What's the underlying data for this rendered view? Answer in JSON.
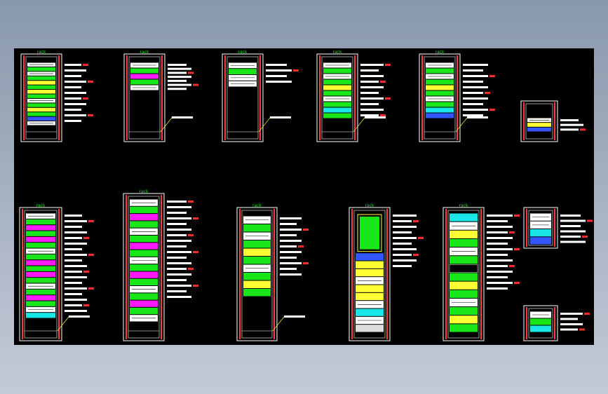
{
  "colors": {
    "background": "#000000",
    "frame": "#ffffff",
    "rail": "#ff3b3b",
    "equipment_green": "#19e619",
    "equipment_white": "#ffffff",
    "equipment_magenta": "#ff19ff",
    "equipment_yellow": "#ffff33",
    "equipment_cyan": "#19e6e6",
    "equipment_blue": "#3355ff",
    "cabinet_label": "#19e619",
    "callout_text": "#ffffff",
    "callout_highlight": "#ff2a2a"
  },
  "cabinet_label": "rack",
  "cabinets": [
    {
      "id": "cab-1",
      "pattern": [
        "w",
        "g",
        "w",
        "g",
        "y",
        "g",
        "y",
        "g",
        "w",
        "g",
        "y",
        "g",
        "b",
        "w"
      ],
      "callouts": 11
    },
    {
      "id": "cab-2",
      "pattern": [
        "w",
        "g",
        "m",
        "g",
        "w"
      ],
      "callouts": 7
    },
    {
      "id": "cab-3",
      "pattern": [
        "w",
        "g",
        "w",
        "w"
      ],
      "callouts": 4
    },
    {
      "id": "cab-4",
      "pattern": [
        "w",
        "g",
        "w",
        "g",
        "y",
        "g",
        "w",
        "g",
        "c",
        "g"
      ],
      "callouts": 10
    },
    {
      "id": "cab-5",
      "pattern": [
        "w",
        "g",
        "w",
        "g",
        "y",
        "g",
        "w",
        "g",
        "c",
        "b"
      ],
      "callouts": 10
    },
    {
      "id": "cab-6",
      "pattern": [
        "w",
        "g",
        "m",
        "g",
        "m",
        "g",
        "w",
        "g",
        "m",
        "g",
        "m",
        "g",
        "w",
        "g",
        "m",
        "g",
        "w",
        "c"
      ],
      "callouts": 18
    },
    {
      "id": "cab-7",
      "pattern": [
        "w",
        "g",
        "m",
        "g",
        "w",
        "g",
        "m",
        "g",
        "w",
        "g",
        "m",
        "g",
        "w",
        "g",
        "m",
        "g",
        "w"
      ],
      "callouts": 18
    },
    {
      "id": "cab-8",
      "pattern": [
        "w",
        "g",
        "w",
        "g",
        "y",
        "g",
        "w",
        "g",
        "y",
        "g"
      ],
      "callouts": 11
    },
    {
      "id": "cab-9",
      "pattern": [
        "monitor",
        "kvm",
        "y",
        "y",
        "w",
        "y",
        "y",
        "w",
        "c",
        "w",
        "p"
      ],
      "callouts": 10
    },
    {
      "id": "cab-10",
      "pattern": [
        "c",
        "w",
        "y",
        "g",
        "w",
        "g",
        "x",
        "g",
        "y",
        "g",
        "w",
        "g",
        "y",
        "g"
      ],
      "callouts": 14
    },
    {
      "id": "detail-1",
      "pattern": [
        "w",
        "y",
        "b"
      ],
      "callouts": 3
    },
    {
      "id": "detail-2",
      "pattern": [
        "w",
        "w",
        "c",
        "b"
      ],
      "callouts": 6
    },
    {
      "id": "detail-3",
      "pattern": [
        "w",
        "g",
        "c"
      ],
      "callouts": 4
    }
  ]
}
